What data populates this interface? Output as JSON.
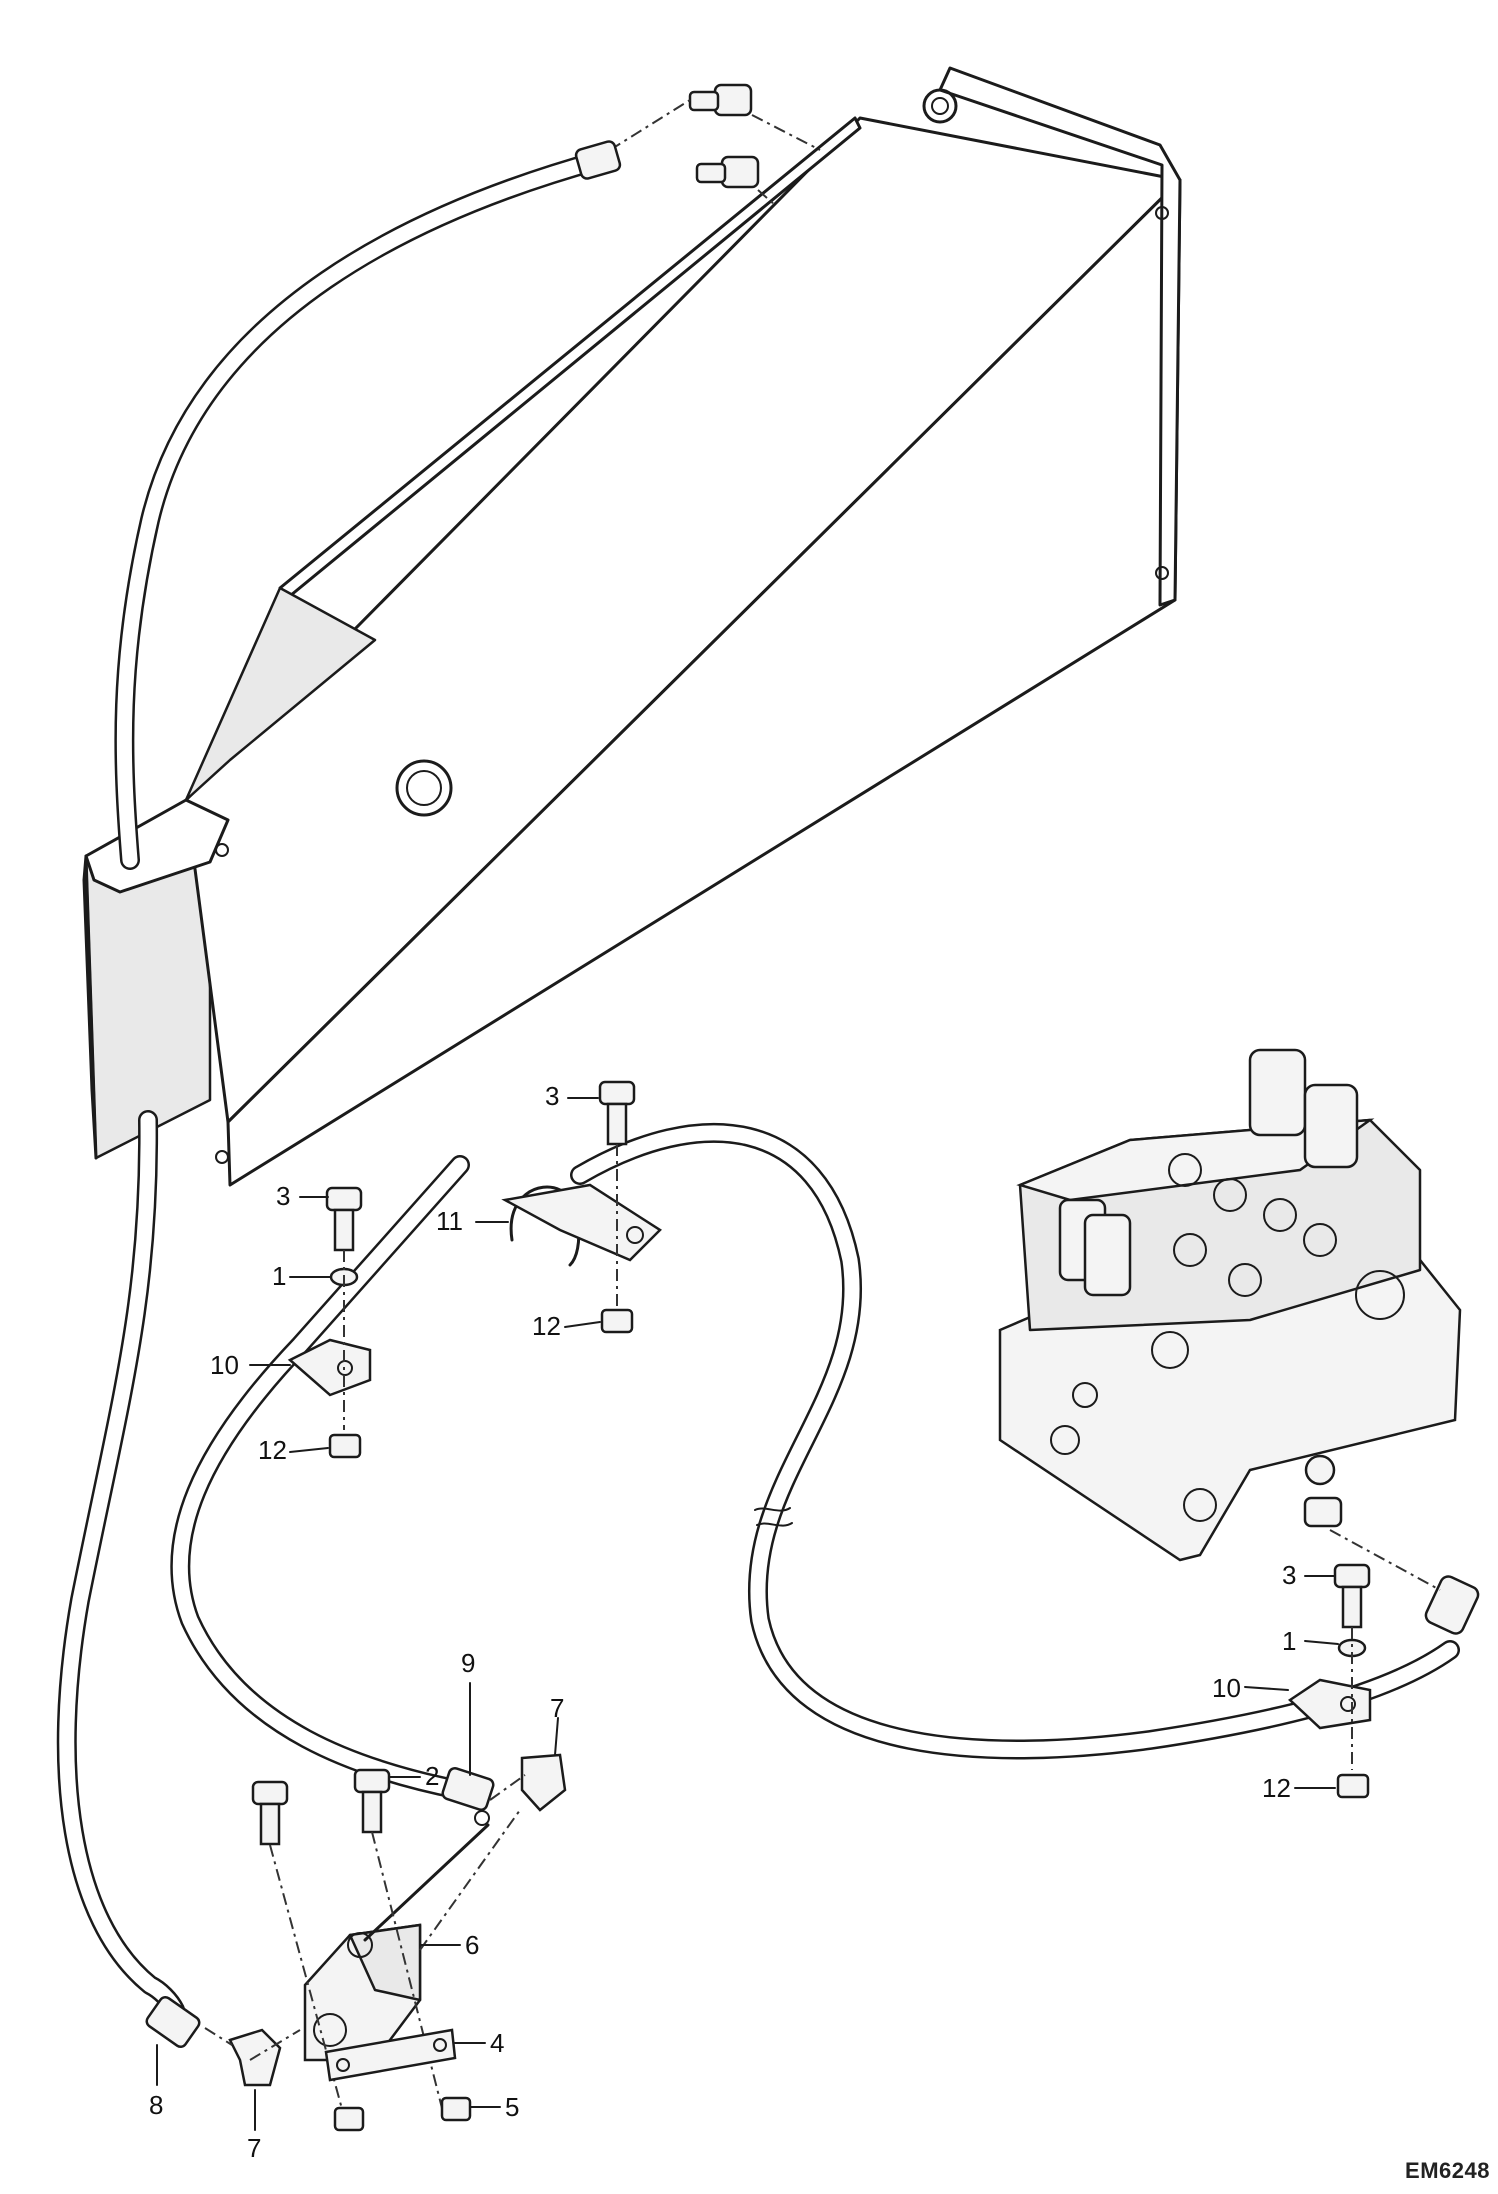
{
  "diagram": {
    "part_number": "EM6248",
    "callouts": [
      {
        "key": "c3a",
        "label": "3"
      },
      {
        "key": "c3b",
        "label": "3"
      },
      {
        "key": "c3c",
        "label": "3"
      },
      {
        "key": "c1a",
        "label": "1"
      },
      {
        "key": "c1b",
        "label": "1"
      },
      {
        "key": "c11",
        "label": "11"
      },
      {
        "key": "c12a",
        "label": "12"
      },
      {
        "key": "c12b",
        "label": "12"
      },
      {
        "key": "c12c",
        "label": "12"
      },
      {
        "key": "c10a",
        "label": "10"
      },
      {
        "key": "c10b",
        "label": "10"
      },
      {
        "key": "c9",
        "label": "9"
      },
      {
        "key": "c7a",
        "label": "7"
      },
      {
        "key": "c7b",
        "label": "7"
      },
      {
        "key": "c2",
        "label": "2"
      },
      {
        "key": "c6",
        "label": "6"
      },
      {
        "key": "c4",
        "label": "4"
      },
      {
        "key": "c5",
        "label": "5"
      },
      {
        "key": "c8",
        "label": "8"
      }
    ]
  }
}
